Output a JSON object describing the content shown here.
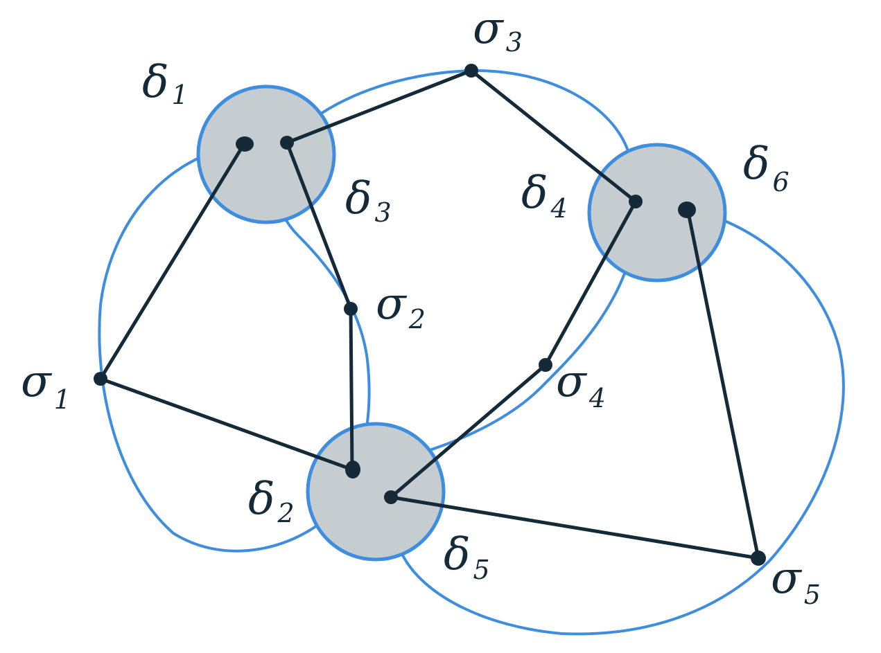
{
  "colors": {
    "background": "#ffffff",
    "curve": "#3f8ddf",
    "disk_fill": "#c5cdd1",
    "edge": "#142a39"
  },
  "labels": {
    "delta1": {
      "base": "δ",
      "sub": "1"
    },
    "delta2": {
      "base": "δ",
      "sub": "2"
    },
    "delta3": {
      "base": "δ",
      "sub": "3"
    },
    "delta4": {
      "base": "δ",
      "sub": "4"
    },
    "delta5": {
      "base": "δ",
      "sub": "5"
    },
    "delta6": {
      "base": "δ",
      "sub": "6"
    },
    "sigma1": {
      "base": "σ",
      "sub": "1"
    },
    "sigma2": {
      "base": "σ",
      "sub": "2"
    },
    "sigma3": {
      "base": "σ",
      "sub": "3"
    },
    "sigma4": {
      "base": "σ",
      "sub": "4"
    },
    "sigma5": {
      "base": "σ",
      "sub": "5"
    }
  }
}
